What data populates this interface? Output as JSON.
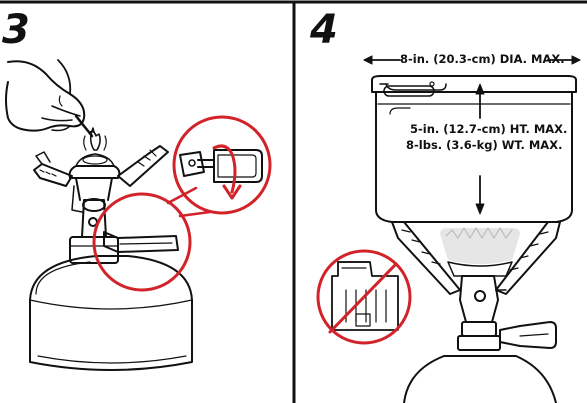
{
  "panels": [
    {
      "step": "3"
    },
    {
      "step": "4"
    }
  ],
  "dimensions": {
    "diameter_label": "8-in. (20.3-cm) DIA. MAX.",
    "height_label": "5-in. (12.7-cm) HT. MAX.",
    "weight_label": "8-lbs. (3.6-kg) WT. MAX."
  },
  "colors": {
    "line": "#111111",
    "accent_red": "#d2232a",
    "background": "#ffffff"
  },
  "icons": {
    "flame": "flame-icon",
    "turn_arrow": "rotate-arrow-icon",
    "prohibited": "prohibited-icon"
  }
}
